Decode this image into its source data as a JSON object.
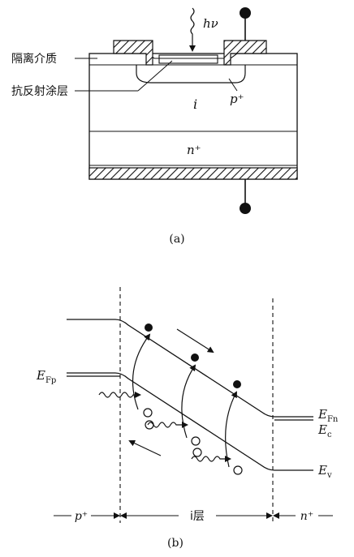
{
  "figure_a": {
    "caption": "(a)",
    "light_label": "hν",
    "dielectric_label": "隔离介质",
    "ar_coating_label": "抗反射涂层",
    "p_label": "p⁺",
    "i_label": "i",
    "n_label": "n⁺"
  },
  "figure_b": {
    "caption": "(b)",
    "efp_label": "E",
    "efp_sub": "Fp",
    "efn_label": "E",
    "efn_sub": "Fn",
    "ec_label": "E",
    "ec_sub": "c",
    "ev_label": "E",
    "ev_sub": "v",
    "region_p": "p⁺",
    "region_i": "i层",
    "region_n": "n⁺"
  }
}
